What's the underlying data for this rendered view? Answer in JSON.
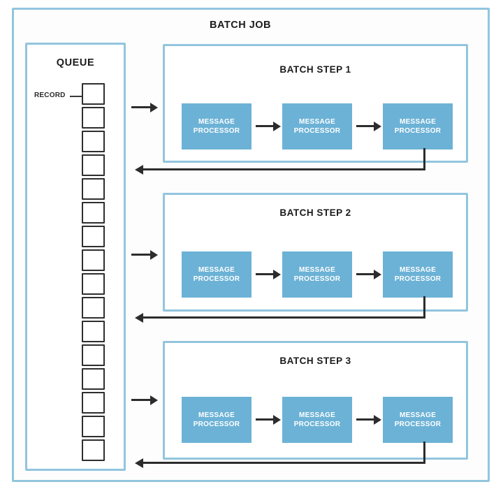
{
  "diagram": {
    "title": "BATCH JOB",
    "queue": {
      "title": "QUEUE",
      "record_label": "RECORD",
      "record_count": 16
    },
    "processor": {
      "line1": "MESSAGE",
      "line2": "PROCESSOR"
    },
    "steps": [
      {
        "title": "BATCH STEP 1",
        "processors": 3
      },
      {
        "title": "BATCH STEP 2",
        "processors": 3
      },
      {
        "title": "BATCH STEP 3",
        "processors": 3
      }
    ],
    "colors": {
      "frame_border": "#92c5de",
      "processor_fill": "#6cb2d6",
      "arrow": "#2c2c2c",
      "record_border": "#2e2e2e",
      "background": "#ffffff"
    }
  }
}
